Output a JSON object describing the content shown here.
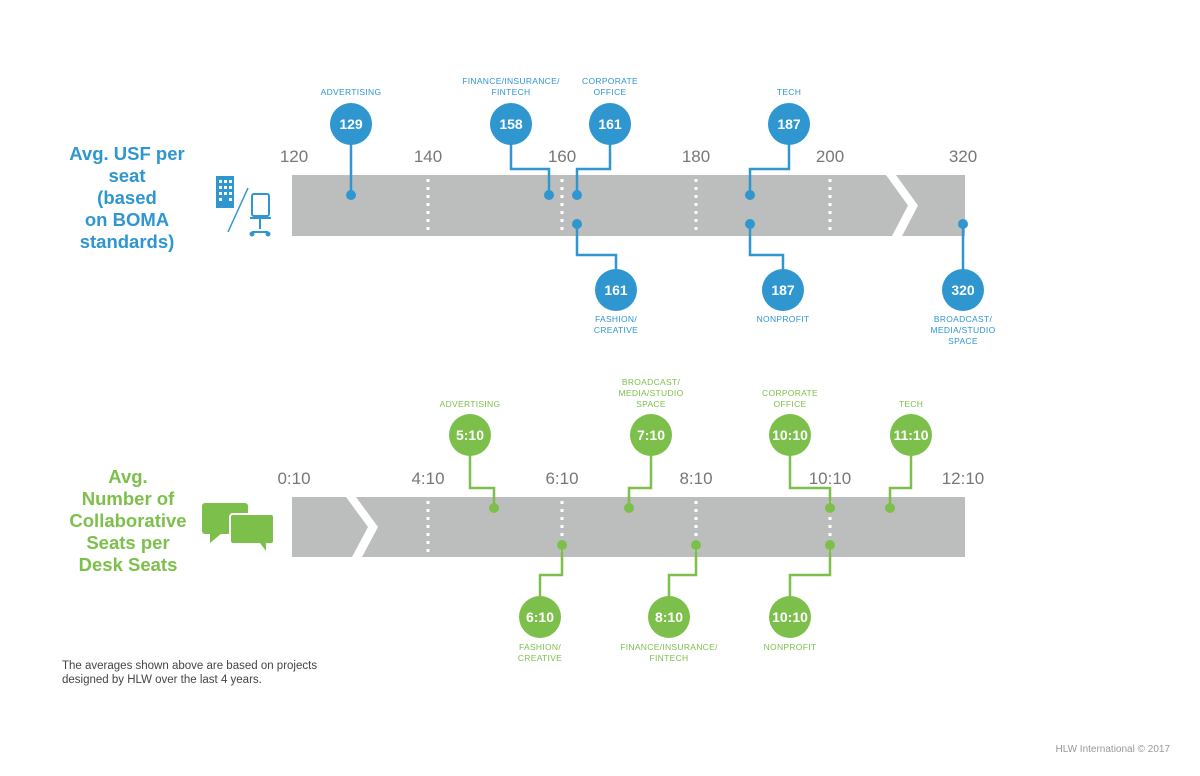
{
  "colors": {
    "blue": "#2f96d0",
    "green": "#7cc04b",
    "bar": "#bcbdbd",
    "tick": "#777777"
  },
  "chart_data": [
    {
      "type": "timeline",
      "label": "Avg. USF per\nseat\n(based\non BOMA\nstandards)",
      "icons": [
        "office-building-icon",
        "office-chair-icon"
      ],
      "ticks": [
        "120",
        "140",
        "160",
        "180",
        "200",
        "320"
      ],
      "axis_break": "between 200 and 320",
      "points": [
        {
          "category": "ADVERTISING",
          "value": 129,
          "label": "129",
          "side": "top"
        },
        {
          "category": "FINANCE/INSURANCE/\nFINTECH",
          "value": 158,
          "label": "158",
          "side": "top"
        },
        {
          "category": "CORPORATE\nOFFICE",
          "value": 161,
          "label": "161",
          "side": "top"
        },
        {
          "category": "TECH",
          "value": 187,
          "label": "187",
          "side": "top"
        },
        {
          "category": "FASHION/\nCREATIVE",
          "value": 161,
          "label": "161",
          "side": "bottom"
        },
        {
          "category": "NONPROFIT",
          "value": 187,
          "label": "187",
          "side": "bottom"
        },
        {
          "category": "BROADCAST/\nMEDIA/STUDIO\nSPACE",
          "value": 320,
          "label": "320",
          "side": "bottom"
        }
      ]
    },
    {
      "type": "timeline",
      "label": "Avg.\nNumber of\nCollaborative\nSeats per\nDesk Seats",
      "icons": [
        "speech-bubbles-icon"
      ],
      "ticks": [
        "0:10",
        "4:10",
        "6:10",
        "8:10",
        "10:10",
        "12:10"
      ],
      "axis_break": "between 0:10 and 4:10",
      "points": [
        {
          "category": "ADVERTISING",
          "value": 5,
          "label": "5:10",
          "side": "top"
        },
        {
          "category": "BROADCAST/\nMEDIA/STUDIO\nSPACE",
          "value": 7,
          "label": "7:10",
          "side": "top"
        },
        {
          "category": "CORPORATE\nOFFICE",
          "value": 10,
          "label": "10:10",
          "side": "top"
        },
        {
          "category": "TECH",
          "value": 11,
          "label": "11:10",
          "side": "top"
        },
        {
          "category": "FASHION/\nCREATIVE",
          "value": 6,
          "label": "6:10",
          "side": "bottom"
        },
        {
          "category": "FINANCE/INSURANCE/\nFINTECH",
          "value": 8,
          "label": "8:10",
          "side": "bottom"
        },
        {
          "category": "NONPROFIT",
          "value": 10,
          "label": "10:10",
          "side": "bottom"
        }
      ]
    }
  ],
  "footnote": "The averages shown above are based on projects\ndesigned by HLW over the last 4 years.",
  "copyright": "HLW International © 2017"
}
